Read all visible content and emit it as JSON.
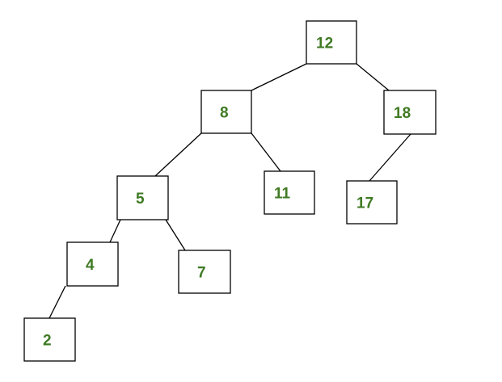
{
  "colors": {
    "node_text": "#3f7a23",
    "node_border": "#000000",
    "node_fill": "#ffffff",
    "edge": "#000000"
  },
  "tree": {
    "nodes": [
      {
        "id": "n12",
        "label": "12"
      },
      {
        "id": "n8",
        "label": "8"
      },
      {
        "id": "n18",
        "label": "18"
      },
      {
        "id": "n5",
        "label": "5"
      },
      {
        "id": "n11",
        "label": "11"
      },
      {
        "id": "n17",
        "label": "17"
      },
      {
        "id": "n4",
        "label": "4"
      },
      {
        "id": "n7",
        "label": "7"
      },
      {
        "id": "n2",
        "label": "2"
      }
    ],
    "edges": [
      {
        "from": "n12",
        "to": "n8"
      },
      {
        "from": "n12",
        "to": "n18"
      },
      {
        "from": "n8",
        "to": "n5"
      },
      {
        "from": "n8",
        "to": "n11"
      },
      {
        "from": "n18",
        "to": "n17"
      },
      {
        "from": "n5",
        "to": "n4"
      },
      {
        "from": "n5",
        "to": "n7"
      },
      {
        "from": "n4",
        "to": "n2"
      }
    ]
  }
}
